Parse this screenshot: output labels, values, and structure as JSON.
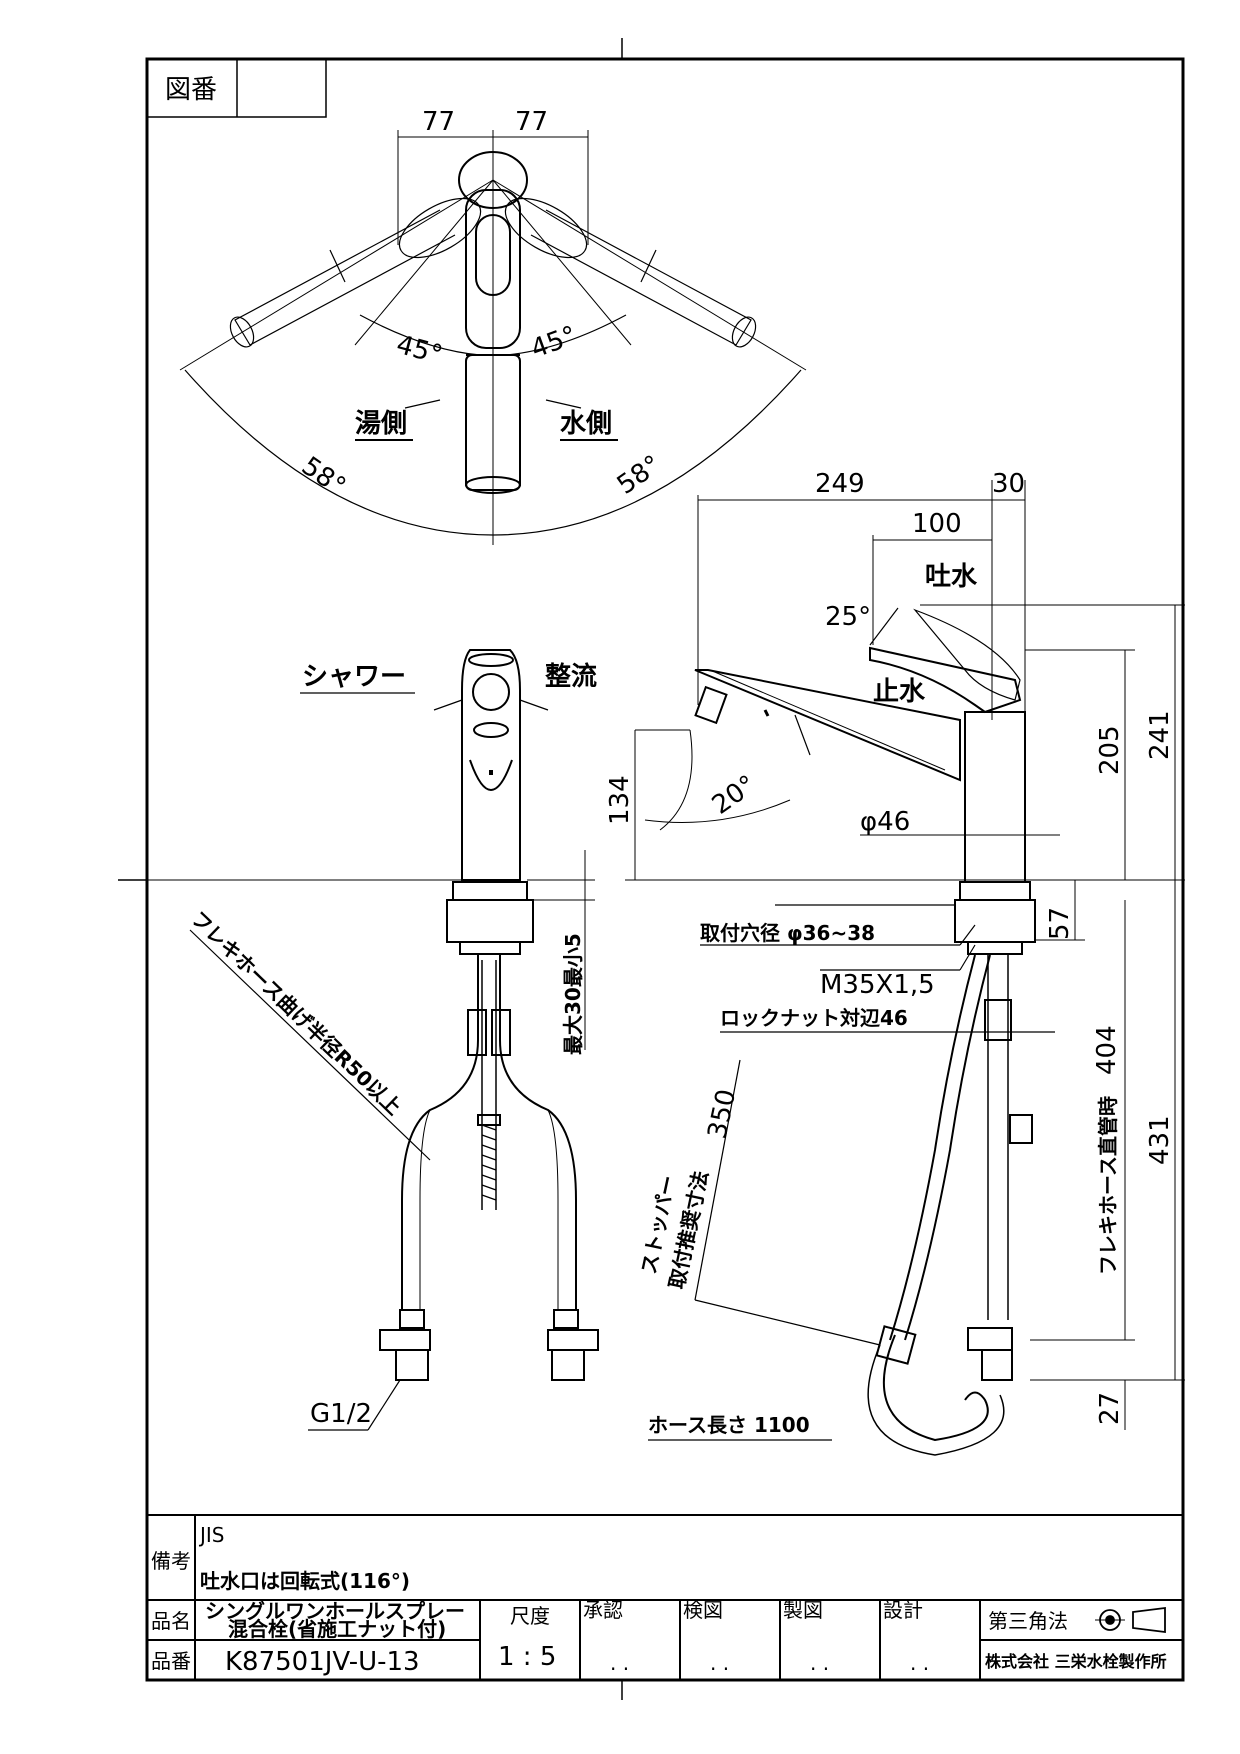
{
  "title_block_top": {
    "drawing_no_label": "図番",
    "drawing_no_value": ""
  },
  "top_view": {
    "dim_left": "77",
    "dim_right": "77",
    "angle_left": "45°",
    "angle_right": "45°",
    "angle_outer_left": "58°",
    "angle_outer_right": "58°",
    "hot_side": "湯側",
    "cold_side": "水側"
  },
  "front_view": {
    "shower": "シャワー",
    "aerated": "整流",
    "max_min": "最大30最小5",
    "bend_radius": "フレキホース曲げ半径R50以上",
    "thread": "G1/2"
  },
  "side_view": {
    "dim_249": "249",
    "dim_30": "30",
    "dim_100": "100",
    "spout_label": "吐水",
    "angle_25": "25°",
    "stop_label": "止水",
    "dim_205": "205",
    "dim_241": "241",
    "dim_134": "134",
    "angle_20": "20°",
    "dia_46": "φ46",
    "dim_57": "57",
    "mount_hole": "取付穴径 φ36~38",
    "thread_spec": "M35X1,5",
    "locknut": "ロックナット対辺46",
    "stopper_1": "ストッパー",
    "stopper_2": "取付推奨寸法",
    "dim_350": "350",
    "flex_straight": "フレキホース直管時",
    "dim_404": "404",
    "dim_431": "431",
    "dim_27": "27",
    "hose_length": "ホース長さ 1100"
  },
  "title_block": {
    "remarks_label": "備考",
    "remark_1": "JIS",
    "remark_2": "吐水口は回転式(116°)",
    "name_label": "品名",
    "name_line1": "シングルワンホールスプレー",
    "name_line2": "混合栓(省施工ナット付)",
    "scale_label": "尺度",
    "scale_value": "1 : 5",
    "approved": "承認",
    "checked": "検図",
    "drawn": "製図",
    "designed": "設計",
    "projection": "第三角法",
    "part_label": "品番",
    "part_no": "K87501JV-U-13",
    "company": "株式会社 三栄水栓製作所",
    "date_placeholder": ". ."
  }
}
